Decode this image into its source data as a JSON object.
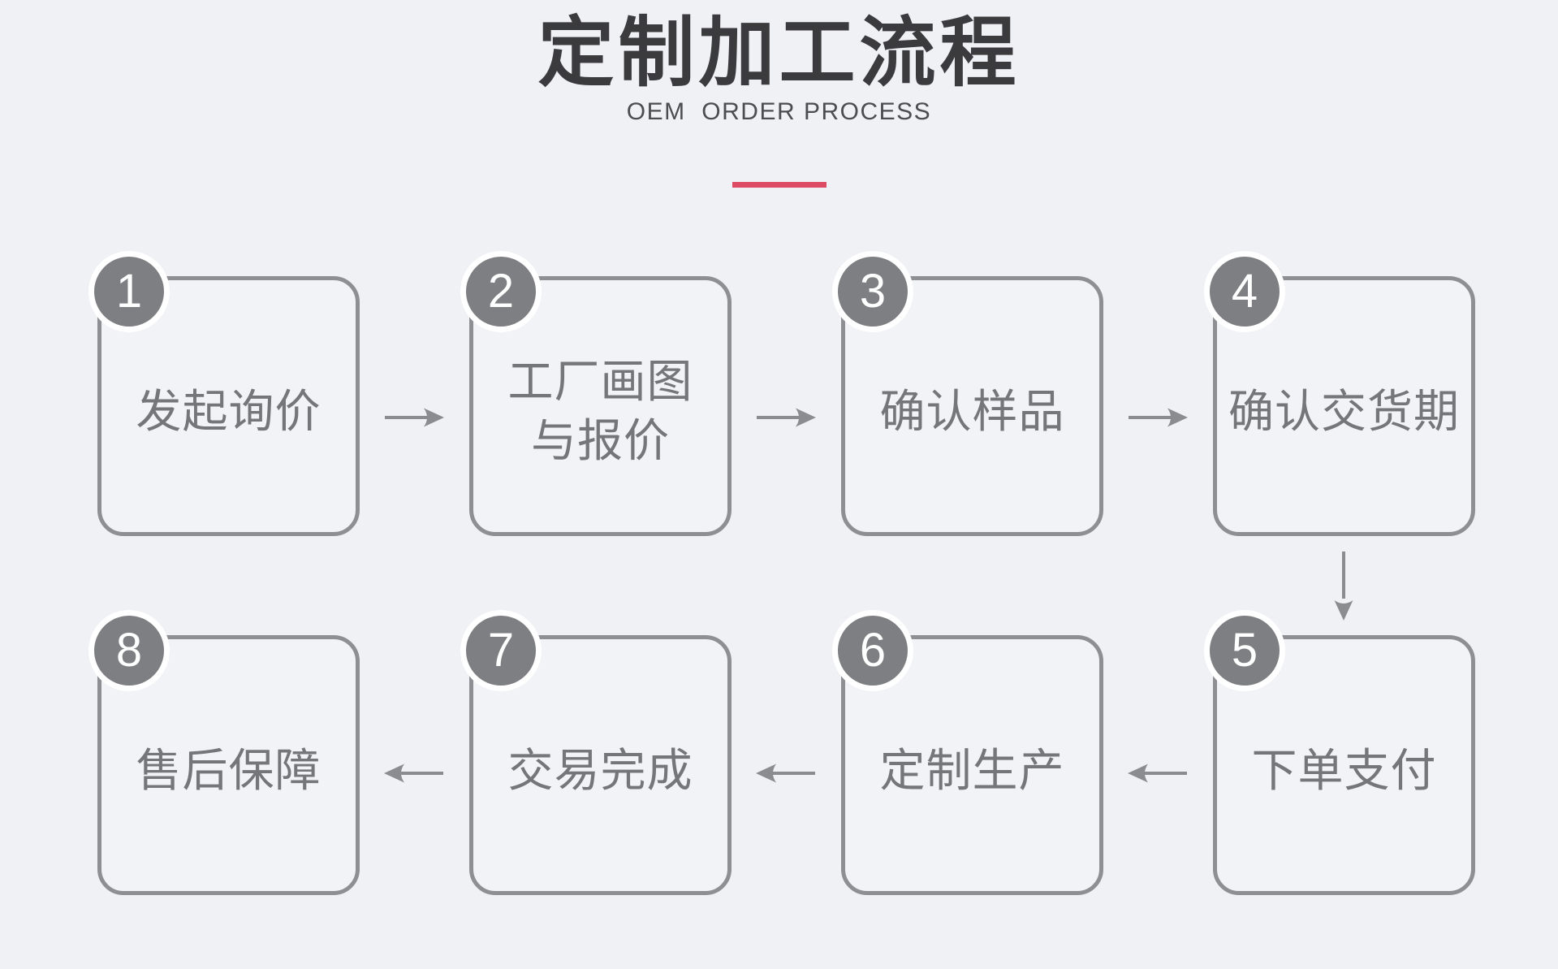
{
  "theme": {
    "bg": "#f0f1f5",
    "title": "#3b3b3d",
    "subtitle": "#4c4d51",
    "accent": "#dc4a64",
    "box_border": "#8d8f92",
    "box_fill": "#f2f3f7",
    "box_text": "#747679",
    "badge_bg": "#7d7f82",
    "badge_ring": "#ffffff",
    "badge_text": "#ffffff",
    "arrow": "#8a8c8f"
  },
  "header": {
    "title": "定制加工流程",
    "subtitle": "OEM  ORDER PROCESS"
  },
  "flow": {
    "steps": [
      {
        "number": "1",
        "lines": [
          "发起询价"
        ]
      },
      {
        "number": "2",
        "lines": [
          "工厂画图",
          "与报价"
        ]
      },
      {
        "number": "3",
        "lines": [
          "确认样品"
        ]
      },
      {
        "number": "4",
        "lines": [
          "确认交货期"
        ]
      },
      {
        "number": "5",
        "lines": [
          "下单支付"
        ]
      },
      {
        "number": "6",
        "lines": [
          "定制生产"
        ]
      },
      {
        "number": "7",
        "lines": [
          "交易完成"
        ]
      },
      {
        "number": "8",
        "lines": [
          "售后保障"
        ]
      }
    ]
  }
}
